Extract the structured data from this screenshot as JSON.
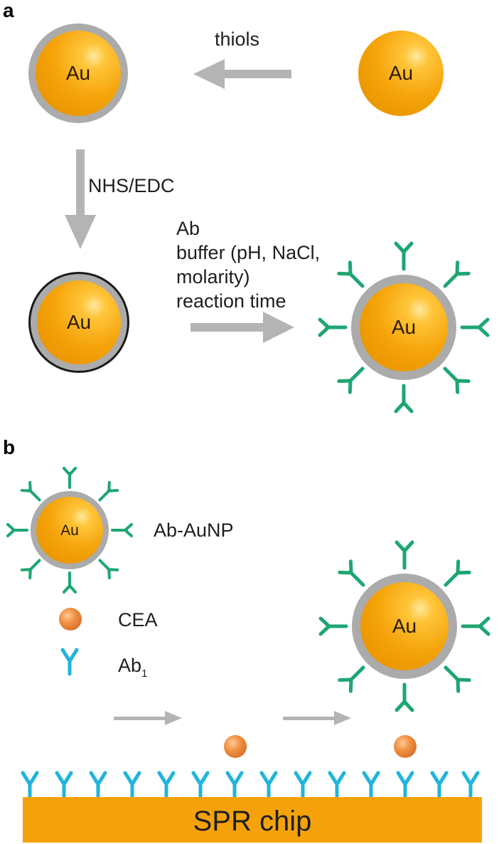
{
  "panel_a": {
    "label": "a",
    "step1_reagent": "thiols",
    "step2_reagent": "NHS/EDC",
    "step3_conditions": [
      "Ab",
      "buffer (pH, NaCl,",
      "molarity)",
      "reaction time"
    ],
    "particle_label": "Au"
  },
  "panel_b": {
    "label": "b",
    "legend": {
      "ab_aunp": "Ab-AuNP",
      "cea": "CEA",
      "ab1_base": "Ab",
      "ab1_sub": "1"
    },
    "chip_label": "SPR chip",
    "particle_label": "Au"
  },
  "colors": {
    "gold": "#f5a40a",
    "gold_light": "#ffd45a",
    "shell_gray": "#ababab",
    "arrow_gray": "#b4b4b4",
    "antibody_green": "#1ea672",
    "antibody_blue": "#21b4dc",
    "cea_orange": "#e8893a",
    "chip_orange": "#f5a20a"
  }
}
